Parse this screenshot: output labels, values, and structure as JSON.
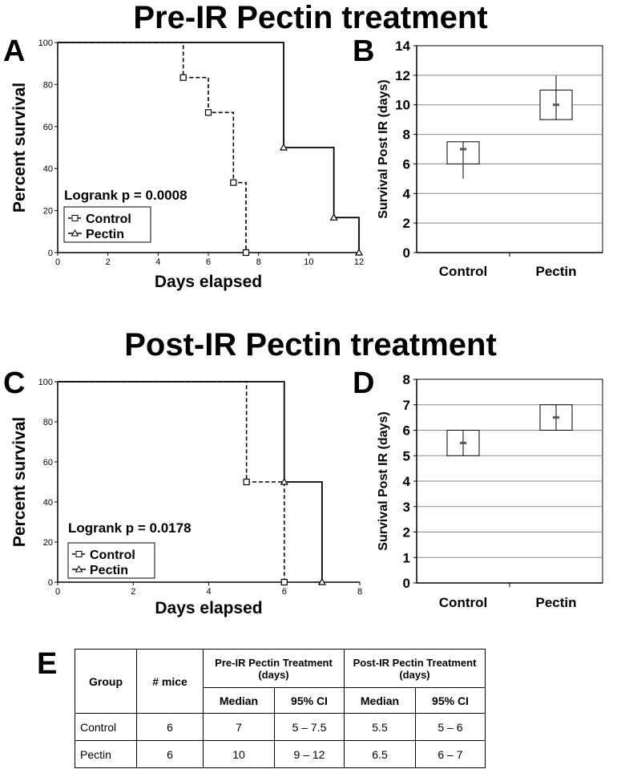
{
  "titles": {
    "top": "Pre-IR Pectin treatment",
    "middle": "Post-IR Pectin treatment"
  },
  "panel_letters": {
    "a": "A",
    "b": "B",
    "c": "C",
    "d": "D",
    "e": "E"
  },
  "chart_data": [
    {
      "id": "A",
      "type": "line",
      "subtype": "kaplan-meier",
      "xlabel": "Days elapsed",
      "ylabel": "Percent survival",
      "xlim": [
        0,
        12
      ],
      "ylim": [
        0,
        100
      ],
      "xticks": [
        0,
        2,
        4,
        6,
        8,
        10,
        12
      ],
      "yticks": [
        0,
        20,
        40,
        60,
        80,
        100
      ],
      "annotation": "Logrank p = 0.0008",
      "legend_position": "bottom-left",
      "series": [
        {
          "name": "Control",
          "style": "dashed",
          "marker": "square",
          "steps": [
            [
              0,
              100
            ],
            [
              5,
              83.33
            ],
            [
              6,
              66.67
            ],
            [
              7,
              33.33
            ],
            [
              7.5,
              0
            ]
          ],
          "markers": [
            [
              5,
              83.33
            ],
            [
              6,
              66.67
            ],
            [
              7,
              33.33
            ],
            [
              7.5,
              0
            ]
          ]
        },
        {
          "name": "Pectin",
          "style": "solid",
          "marker": "triangle",
          "steps": [
            [
              0,
              100
            ],
            [
              9,
              50
            ],
            [
              11,
              16.67
            ],
            [
              12,
              0
            ]
          ],
          "markers": [
            [
              9,
              50
            ],
            [
              11,
              16.67
            ],
            [
              12,
              0
            ]
          ]
        }
      ]
    },
    {
      "id": "B",
      "type": "box",
      "ylabel": "Survival Post IR (days)",
      "ylim": [
        0,
        14
      ],
      "yticks": [
        0,
        2,
        4,
        6,
        8,
        10,
        12,
        14
      ],
      "categories": [
        "Control",
        "Pectin"
      ],
      "grid": true,
      "boxes": [
        {
          "q1": 6,
          "q3": 7.5,
          "median": 7,
          "min": 5,
          "max": 7.5
        },
        {
          "q1": 9,
          "q3": 11,
          "median": 10,
          "min": 9,
          "max": 12
        }
      ]
    },
    {
      "id": "C",
      "type": "line",
      "subtype": "kaplan-meier",
      "xlabel": "Days elapsed",
      "ylabel": "Percent survival",
      "xlim": [
        0,
        8
      ],
      "ylim": [
        0,
        100
      ],
      "xticks": [
        0,
        2,
        4,
        6,
        8
      ],
      "yticks": [
        0,
        20,
        40,
        60,
        80,
        100
      ],
      "annotation": "Logrank p = 0.0178",
      "legend_position": "bottom-left",
      "series": [
        {
          "name": "Control",
          "style": "dashed",
          "marker": "square",
          "steps": [
            [
              0,
              100
            ],
            [
              5,
              50
            ],
            [
              6,
              0
            ]
          ],
          "markers": [
            [
              5,
              50
            ],
            [
              6,
              0
            ]
          ]
        },
        {
          "name": "Pectin",
          "style": "solid",
          "marker": "triangle",
          "steps": [
            [
              0,
              100
            ],
            [
              6,
              50
            ],
            [
              7,
              0
            ]
          ],
          "markers": [
            [
              6,
              50
            ],
            [
              7,
              0
            ]
          ]
        }
      ]
    },
    {
      "id": "D",
      "type": "box",
      "ylabel": "Survival Post IR (days)",
      "ylim": [
        0,
        8
      ],
      "yticks": [
        0,
        1,
        2,
        3,
        4,
        5,
        6,
        7,
        8
      ],
      "categories": [
        "Control",
        "Pectin"
      ],
      "grid": true,
      "boxes": [
        {
          "q1": 5,
          "q3": 6,
          "median": 5.5,
          "min": 5,
          "max": 6
        },
        {
          "q1": 6,
          "q3": 7,
          "median": 6.5,
          "min": 6,
          "max": 7
        }
      ]
    }
  ],
  "table": {
    "headers": {
      "group": "Group",
      "mice": "# mice",
      "pre": "Pre-IR Pectin Treatment (days)",
      "post": "Post-IR Pectin Treatment (days)",
      "median": "Median",
      "ci": "95% CI"
    },
    "rows": [
      {
        "group": "Control",
        "mice": "6",
        "pre_median": "7",
        "pre_ci": "5 – 7.5",
        "post_median": "5.5",
        "post_ci": "5 – 6"
      },
      {
        "group": "Pectin",
        "mice": "6",
        "pre_median": "10",
        "pre_ci": "9 – 12",
        "post_median": "6.5",
        "post_ci": "6 – 7"
      }
    ]
  }
}
